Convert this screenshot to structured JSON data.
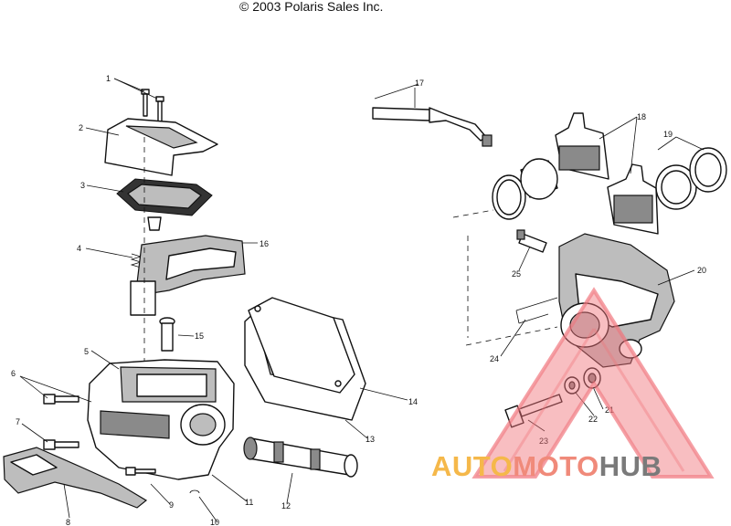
{
  "header": {
    "copyright": "© 2003 Polaris Sales Inc."
  },
  "callouts": [
    "1",
    "2",
    "3",
    "4",
    "5",
    "6",
    "7",
    "8",
    "9",
    "10",
    "11",
    "12",
    "13",
    "14",
    "15",
    "16",
    "17",
    "18",
    "19",
    "20",
    "21",
    "22",
    "23",
    "24",
    "25"
  ],
  "watermark": {
    "part1": "AUTO",
    "part2": "MOTO",
    "part3": "HUB",
    "colors": {
      "auto": "#f5b84a",
      "moto": "#f08a7a",
      "hub": "#7a7a7a",
      "triangle": "#f0737a"
    }
  }
}
